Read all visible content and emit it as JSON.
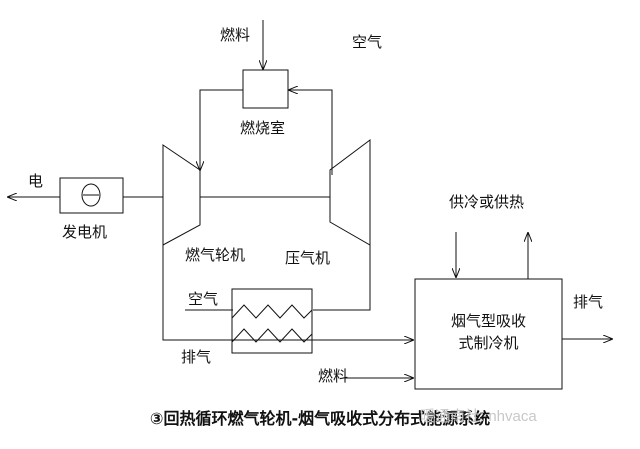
{
  "labels": {
    "fuel_top": "燃料",
    "air_top": "空气",
    "combustor": "燃烧室",
    "electricity": "电",
    "generator": "发电机",
    "gas_turbine": "燃气轮机",
    "compressor": "压气机",
    "air_regen": "空气",
    "exhaust_left": "排气",
    "fuel_bottom": "燃料",
    "supply": "供冷或供热",
    "exhaust_right": "排气",
    "chiller_line1": "烟气型吸收",
    "chiller_line2": "式制冷机"
  },
  "caption": "③回热循环燃气轮机-烟气吸收式分布式能源系统",
  "watermark": "暖通南社: nhvaca",
  "generator_symbol": "⊖",
  "colors": {
    "line": "#111111",
    "background": "#ffffff"
  }
}
